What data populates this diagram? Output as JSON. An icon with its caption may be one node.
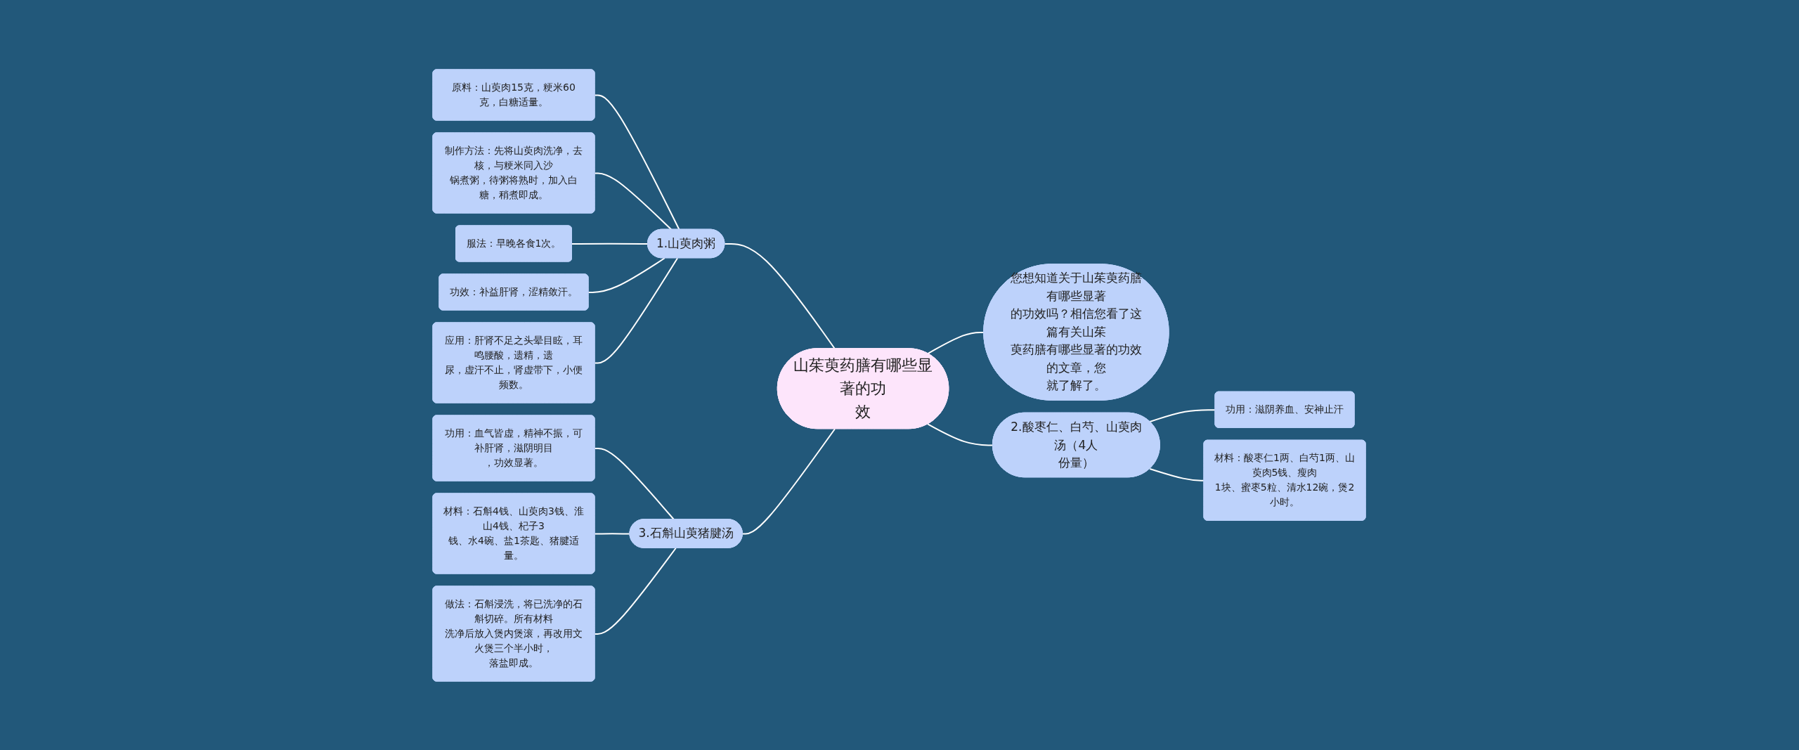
{
  "diagram": {
    "nodes": [
      {
        "text": [
          "山茱萸药膳有哪些显著的功效"
        ]
      },
      {
        "text": [
          "1.山萸肉粥"
        ]
      },
      {
        "text": [
          "原料：山萸肉15克，粳米60克，白糖适量。"
        ]
      },
      {
        "text": [
          "制作方法：先将山萸肉洗净，去核，与粳米同入沙锅煮粥，待粥将熟时，加入白糖，稍煮即成。"
        ]
      },
      {
        "text": [
          "服法：早晚各食1次。"
        ]
      },
      {
        "text": [
          "功效：补益肝肾，涩精敛汗。"
        ]
      },
      {
        "text": [
          "应用：肝肾不足之头晕目眩，耳鸣腰酸，遗精，遗尿，虚汗不止，肾虚带下，小便频数。"
        ]
      },
      {
        "text": [
          "您想知道关于山茱萸药膳有哪些显著的功效吗？相信您看了这篇有关山茱萸药膳有哪些显著的功效的文章，您就了解了。"
        ]
      },
      {
        "text": [
          "2.酸枣仁、白芍、山萸肉汤（4人份量）"
        ]
      },
      {
        "text": [
          "功用：滋阴养血、安神止汗"
        ]
      },
      {
        "text": [
          "材料：酸枣仁1两、白芍1两、山萸肉5钱、瘦肉1块、蜜枣5粒、清水12碗，煲2小时。"
        ]
      },
      {
        "text": [
          "3.石斛山萸猪腱汤"
        ]
      },
      {
        "text": [
          "功用：血气皆虚，精神不振，可补肝肾，滋阴明目，功效显著。"
        ]
      },
      {
        "text": [
          "材料：石斛4钱、山萸肉3钱、淮山4钱、杞子3钱、水4碗、盐1茶匙、猪腱适量。"
        ]
      },
      {
        "text": [
          "做法：石斛浸洗，将已洗净的石斛切碎。所有材料洗净后放入煲内煲滚，再改用文火煲三个半小时，落盐即成。"
        ]
      }
    ],
    "edges": [
      {
        "from": 1,
        "to": 0,
        "arrow": "none"
      },
      {
        "from": 2,
        "to": 1,
        "arrow": "none"
      },
      {
        "from": 3,
        "to": 1,
        "arrow": "none"
      },
      {
        "from": 4,
        "to": 1,
        "arrow": "none"
      },
      {
        "from": 5,
        "to": 1,
        "arrow": "none"
      },
      {
        "from": 6,
        "to": 1,
        "arrow": "none"
      },
      {
        "from": 0,
        "to": 7,
        "arrow": "none"
      },
      {
        "from": 0,
        "to": 8,
        "arrow": "none"
      },
      {
        "from": 8,
        "to": 9,
        "arrow": "none"
      },
      {
        "from": 8,
        "to": 10,
        "arrow": "none"
      },
      {
        "from": 11,
        "to": 0,
        "arrow": "none"
      },
      {
        "from": 12,
        "to": 11,
        "arrow": "none"
      },
      {
        "from": 13,
        "to": 11,
        "arrow": "none"
      },
      {
        "from": 14,
        "to": 11,
        "arrow": "none"
      }
    ]
  }
}
